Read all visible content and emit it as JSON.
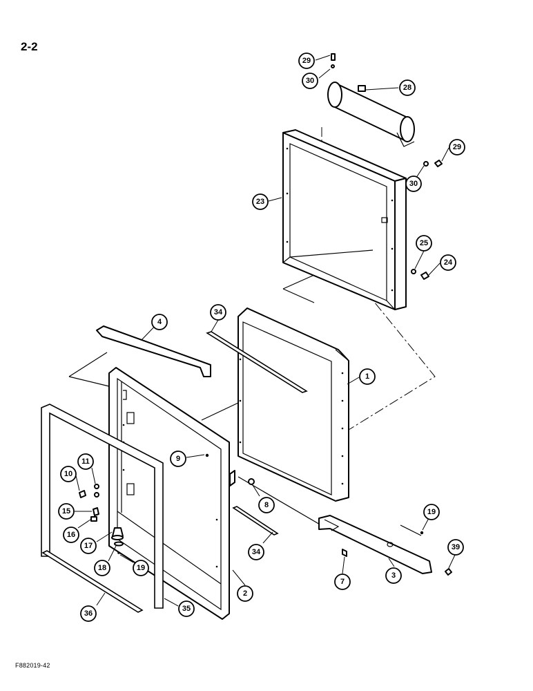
{
  "page_number": "2-2",
  "figure_code": "F882019-42",
  "callouts": {
    "c1": "1",
    "c2": "2",
    "c3": "3",
    "c4": "4",
    "c7": "7",
    "c8": "8",
    "c9": "9",
    "c10": "10",
    "c11": "11",
    "c15": "15",
    "c16": "16",
    "c17": "17",
    "c18": "18",
    "c19a": "19",
    "c19b": "19",
    "c23": "23",
    "c24": "24",
    "c25": "25",
    "c28": "28",
    "c29a": "29",
    "c29b": "29",
    "c30a": "30",
    "c30b": "30",
    "c34a": "34",
    "c34b": "34",
    "c35": "35",
    "c36": "36",
    "c39": "39"
  }
}
